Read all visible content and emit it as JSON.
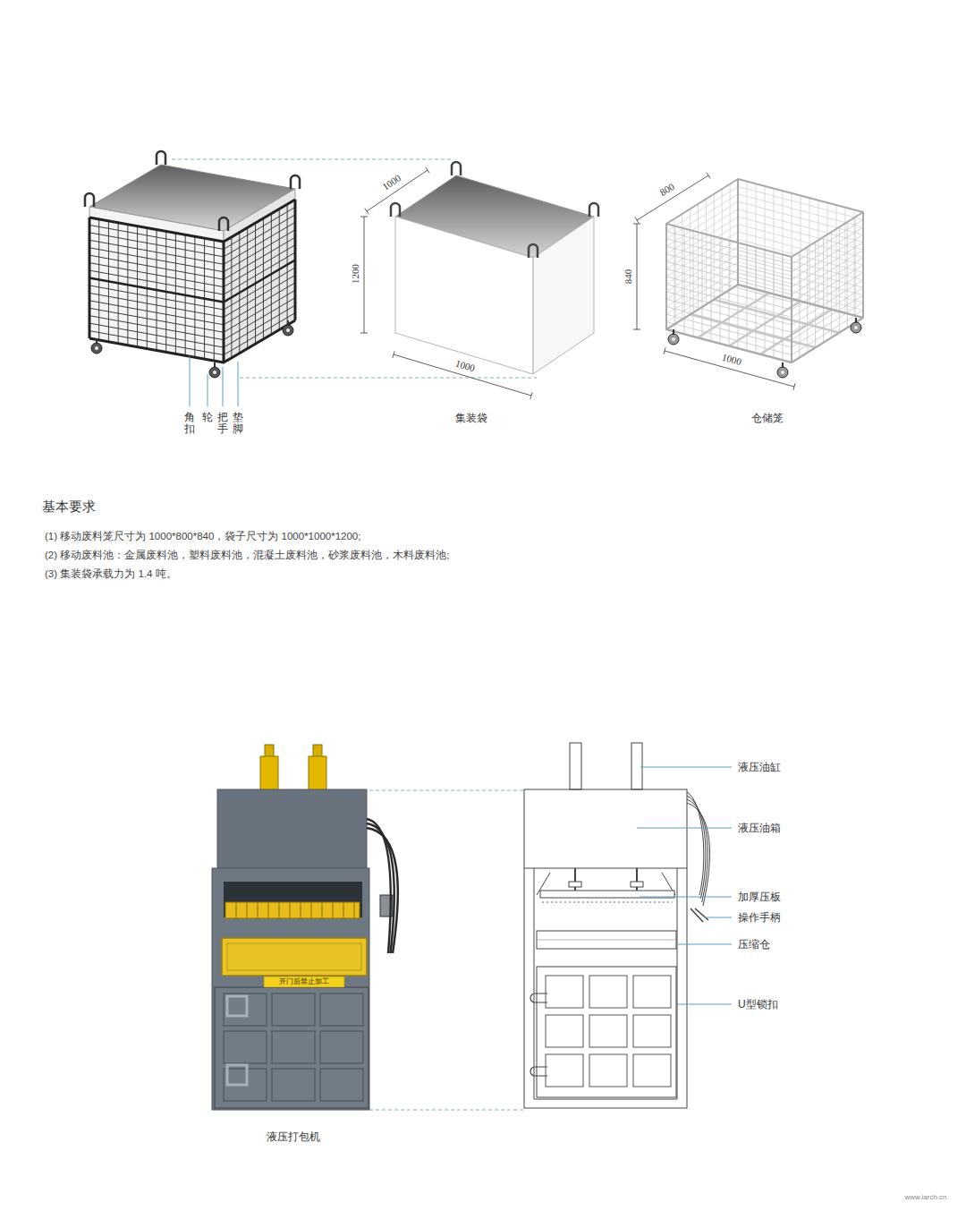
{
  "diagram": {
    "labels": [
      "1000",
      "1200",
      "1000",
      "集装袋",
      "800",
      "840",
      "1000",
      "仓储笼",
      "角扣",
      "轮",
      "把手",
      "垫脚",
      "基本要求",
      "(1) 移动废料笼尺寸为 1000*800*840，袋子尺寸为 1000*1000*1200;",
      "(2) 移动废料池：金属废料池，塑料废料池，混凝土废料池，砂浆废料池，木料废料池;",
      "(3) 集装袋承载力为 1.4 吨。",
      "开门后禁止加工",
      "液压油缸",
      "液压油箱",
      "加厚压板",
      "操作手柄",
      "压缩仓",
      "U型锁扣",
      "液压打包机",
      "www.iarch.cn"
    ]
  }
}
